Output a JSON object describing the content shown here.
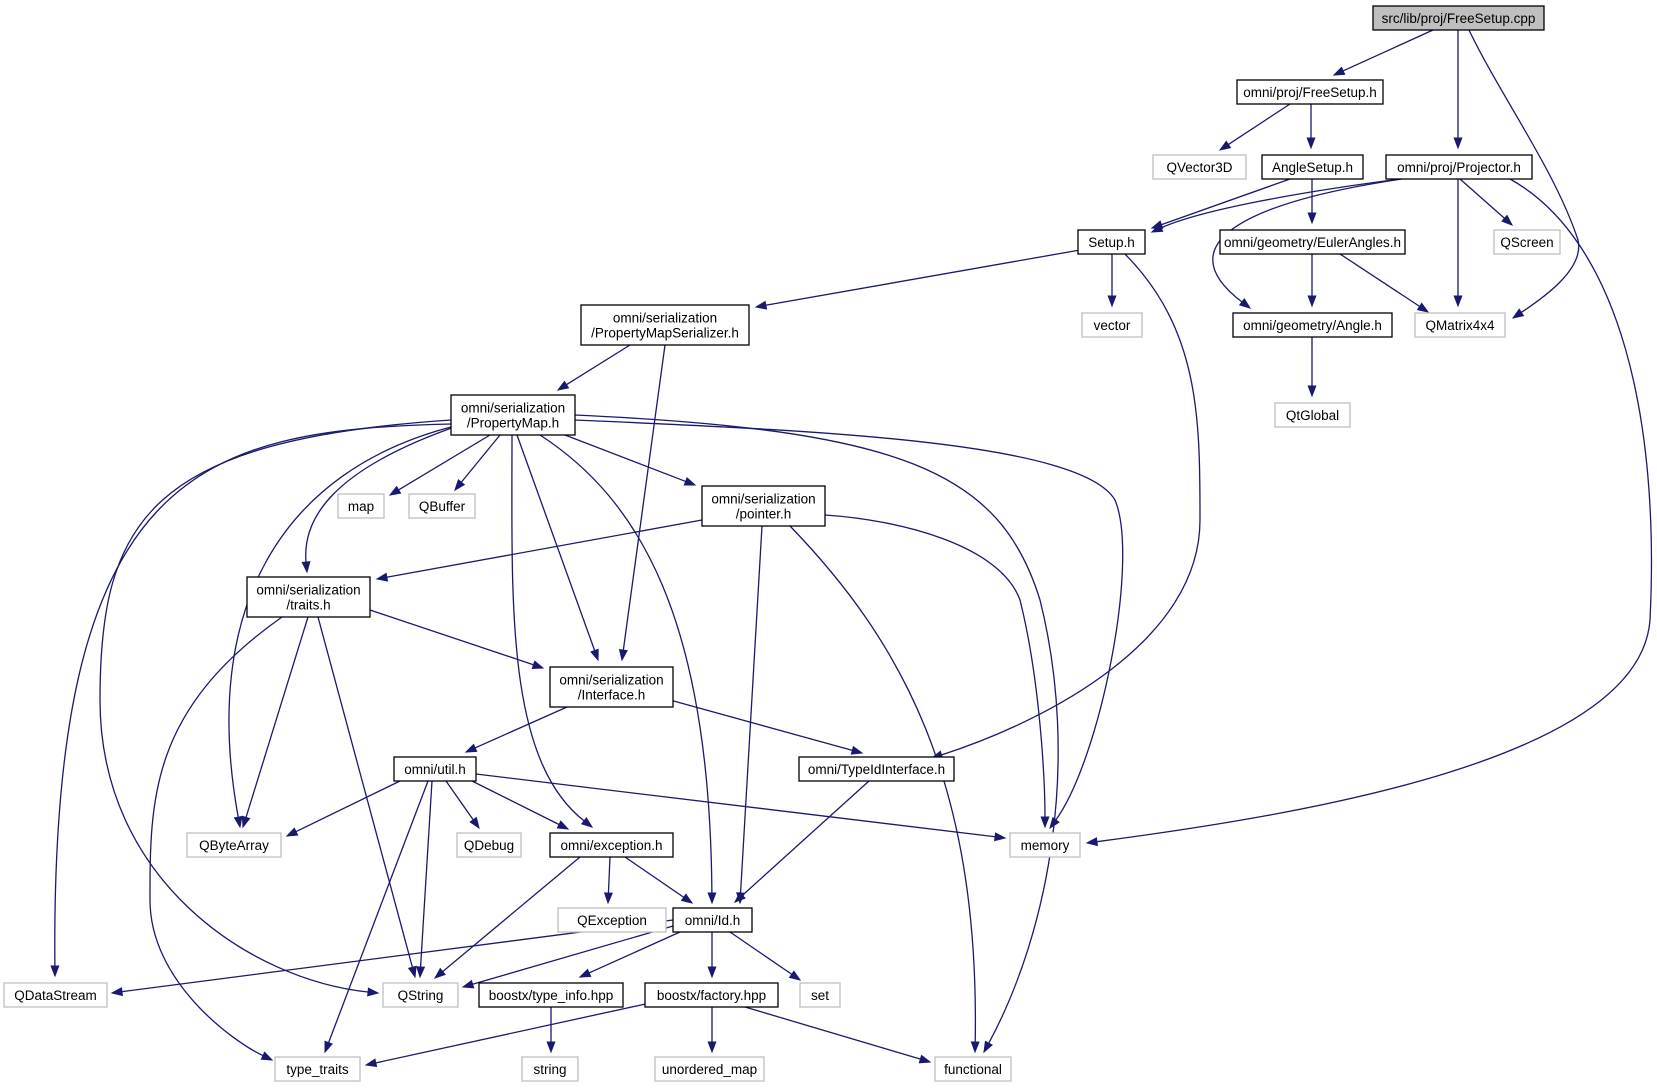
{
  "graph": {
    "nodes": [
      {
        "id": "freesetup_cpp",
        "kind": "root",
        "lines": [
          "src/lib/proj/FreeSetup.cpp"
        ]
      },
      {
        "id": "freesetup_h",
        "kind": "project",
        "lines": [
          "omni/proj/FreeSetup.h"
        ]
      },
      {
        "id": "qvector3d",
        "kind": "external",
        "lines": [
          "QVector3D"
        ]
      },
      {
        "id": "anglesetup_h",
        "kind": "project",
        "lines": [
          "AngleSetup.h"
        ]
      },
      {
        "id": "projector_h",
        "kind": "project",
        "lines": [
          "omni/proj/Projector.h"
        ]
      },
      {
        "id": "setup_h",
        "kind": "project",
        "lines": [
          "Setup.h"
        ]
      },
      {
        "id": "eulerangles_h",
        "kind": "project",
        "lines": [
          "omni/geometry/EulerAngles.h"
        ]
      },
      {
        "id": "qscreen",
        "kind": "external",
        "lines": [
          "QScreen"
        ]
      },
      {
        "id": "pmserializer_h",
        "kind": "project",
        "lines": [
          "omni/serialization",
          "/PropertyMapSerializer.h"
        ]
      },
      {
        "id": "vector",
        "kind": "external",
        "lines": [
          "vector"
        ]
      },
      {
        "id": "angle_h",
        "kind": "project",
        "lines": [
          "omni/geometry/Angle.h"
        ]
      },
      {
        "id": "qmatrix4x4",
        "kind": "external",
        "lines": [
          "QMatrix4x4"
        ]
      },
      {
        "id": "qtglobal",
        "kind": "external",
        "lines": [
          "QtGlobal"
        ]
      },
      {
        "id": "propertymap_h",
        "kind": "project",
        "lines": [
          "omni/serialization",
          "/PropertyMap.h"
        ]
      },
      {
        "id": "map",
        "kind": "external",
        "lines": [
          "map"
        ]
      },
      {
        "id": "qbuffer",
        "kind": "external",
        "lines": [
          "QBuffer"
        ]
      },
      {
        "id": "pointer_h",
        "kind": "project",
        "lines": [
          "omni/serialization",
          "/pointer.h"
        ]
      },
      {
        "id": "traits_h",
        "kind": "project",
        "lines": [
          "omni/serialization",
          "/traits.h"
        ]
      },
      {
        "id": "interface_h",
        "kind": "project",
        "lines": [
          "omni/serialization",
          "/Interface.h"
        ]
      },
      {
        "id": "util_h",
        "kind": "project",
        "lines": [
          "omni/util.h"
        ]
      },
      {
        "id": "typeidinterface_h",
        "kind": "project",
        "lines": [
          "omni/TypeIdInterface.h"
        ]
      },
      {
        "id": "qbytearray",
        "kind": "external",
        "lines": [
          "QByteArray"
        ]
      },
      {
        "id": "qdebug",
        "kind": "external",
        "lines": [
          "QDebug"
        ]
      },
      {
        "id": "exception_h",
        "kind": "project",
        "lines": [
          "omni/exception.h"
        ]
      },
      {
        "id": "memory",
        "kind": "external",
        "lines": [
          "memory"
        ]
      },
      {
        "id": "qexception",
        "kind": "external",
        "lines": [
          "QException"
        ]
      },
      {
        "id": "id_h",
        "kind": "project",
        "lines": [
          "omni/Id.h"
        ]
      },
      {
        "id": "qdatastream",
        "kind": "external",
        "lines": [
          "QDataStream"
        ]
      },
      {
        "id": "qstring",
        "kind": "external",
        "lines": [
          "QString"
        ]
      },
      {
        "id": "typeinfo_hpp",
        "kind": "project",
        "lines": [
          "boostx/type_info.hpp"
        ]
      },
      {
        "id": "factory_hpp",
        "kind": "project",
        "lines": [
          "boostx/factory.hpp"
        ]
      },
      {
        "id": "set",
        "kind": "external",
        "lines": [
          "set"
        ]
      },
      {
        "id": "type_traits",
        "kind": "external",
        "lines": [
          "type_traits"
        ]
      },
      {
        "id": "string",
        "kind": "external",
        "lines": [
          "string"
        ]
      },
      {
        "id": "unordered_map",
        "kind": "external",
        "lines": [
          "unordered_map"
        ]
      },
      {
        "id": "functional",
        "kind": "external",
        "lines": [
          "functional"
        ]
      }
    ],
    "edges": [
      [
        "freesetup_cpp",
        "freesetup_h"
      ],
      [
        "freesetup_cpp",
        "projector_h"
      ],
      [
        "freesetup_cpp",
        "qmatrix4x4"
      ],
      [
        "freesetup_h",
        "qvector3d"
      ],
      [
        "freesetup_h",
        "anglesetup_h"
      ],
      [
        "anglesetup_h",
        "setup_h"
      ],
      [
        "anglesetup_h",
        "eulerangles_h"
      ],
      [
        "projector_h",
        "setup_h"
      ],
      [
        "projector_h",
        "angle_h"
      ],
      [
        "projector_h",
        "qscreen"
      ],
      [
        "projector_h",
        "qmatrix4x4"
      ],
      [
        "projector_h",
        "memory"
      ],
      [
        "eulerangles_h",
        "angle_h"
      ],
      [
        "eulerangles_h",
        "qmatrix4x4"
      ],
      [
        "angle_h",
        "qtglobal"
      ],
      [
        "setup_h",
        "pmserializer_h"
      ],
      [
        "setup_h",
        "vector"
      ],
      [
        "setup_h",
        "typeidinterface_h"
      ],
      [
        "pmserializer_h",
        "propertymap_h"
      ],
      [
        "pmserializer_h",
        "interface_h"
      ],
      [
        "propertymap_h",
        "map"
      ],
      [
        "propertymap_h",
        "qbuffer"
      ],
      [
        "propertymap_h",
        "pointer_h"
      ],
      [
        "propertymap_h",
        "traits_h"
      ],
      [
        "propertymap_h",
        "interface_h"
      ],
      [
        "propertymap_h",
        "qbytearray"
      ],
      [
        "propertymap_h",
        "exception_h"
      ],
      [
        "propertymap_h",
        "id_h"
      ],
      [
        "propertymap_h",
        "qdatastream"
      ],
      [
        "propertymap_h",
        "qstring"
      ],
      [
        "propertymap_h",
        "memory"
      ],
      [
        "propertymap_h",
        "functional"
      ],
      [
        "pointer_h",
        "traits_h"
      ],
      [
        "pointer_h",
        "id_h"
      ],
      [
        "pointer_h",
        "memory"
      ],
      [
        "pointer_h",
        "functional"
      ],
      [
        "traits_h",
        "interface_h"
      ],
      [
        "traits_h",
        "qbytearray"
      ],
      [
        "traits_h",
        "qstring"
      ],
      [
        "traits_h",
        "type_traits"
      ],
      [
        "interface_h",
        "util_h"
      ],
      [
        "interface_h",
        "typeidinterface_h"
      ],
      [
        "typeidinterface_h",
        "id_h"
      ],
      [
        "util_h",
        "qbytearray"
      ],
      [
        "util_h",
        "qdebug"
      ],
      [
        "util_h",
        "exception_h"
      ],
      [
        "util_h",
        "memory"
      ],
      [
        "util_h",
        "qstring"
      ],
      [
        "util_h",
        "type_traits"
      ],
      [
        "exception_h",
        "qexception"
      ],
      [
        "exception_h",
        "id_h"
      ],
      [
        "exception_h",
        "qstring"
      ],
      [
        "id_h",
        "qdatastream"
      ],
      [
        "id_h",
        "qstring"
      ],
      [
        "id_h",
        "typeinfo_hpp"
      ],
      [
        "id_h",
        "factory_hpp"
      ],
      [
        "id_h",
        "set"
      ],
      [
        "typeinfo_hpp",
        "string"
      ],
      [
        "factory_hpp",
        "type_traits"
      ],
      [
        "factory_hpp",
        "unordered_map"
      ],
      [
        "factory_hpp",
        "functional"
      ]
    ]
  }
}
